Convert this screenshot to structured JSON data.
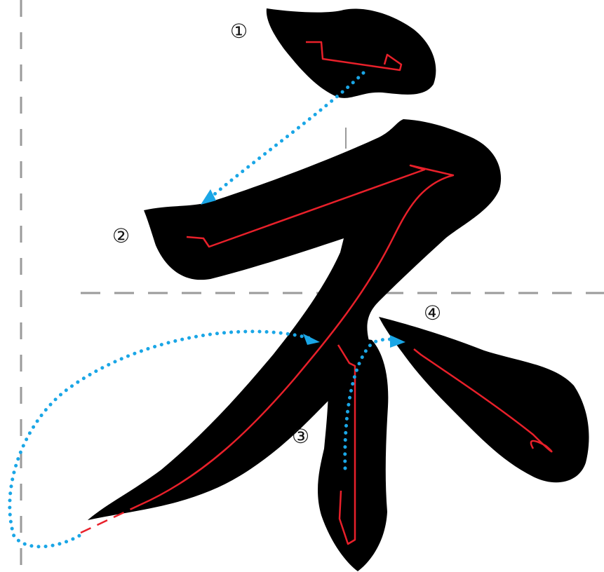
{
  "diagram": {
    "stroke_labels": [
      "①",
      "②",
      "③",
      "④"
    ],
    "colors": {
      "ink": "#000000",
      "path": "#e8202a",
      "arrow": "#1aa6e6",
      "guide": "#9a9a9a",
      "background": "#ffffff"
    }
  }
}
